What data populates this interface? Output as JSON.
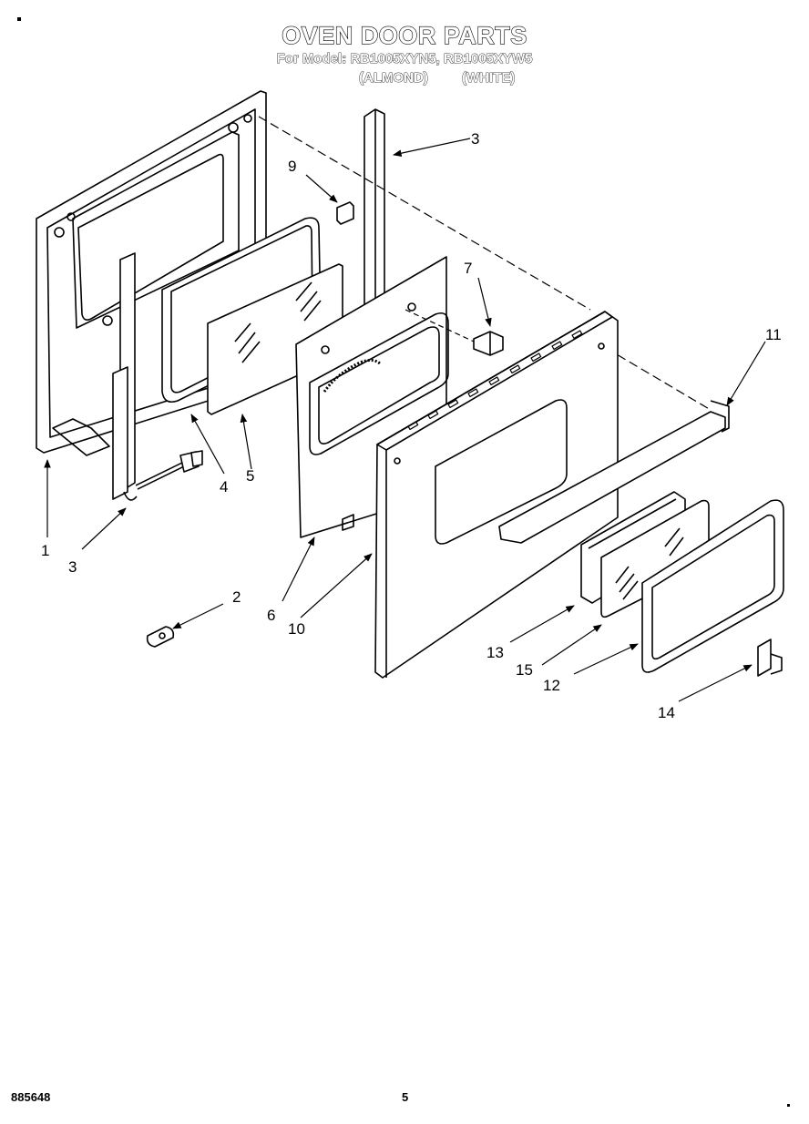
{
  "header": {
    "title": "OVEN DOOR PARTS",
    "subtitle": "For Model: RB1005XYN5, RB1005XYW5",
    "color_1": "(ALMOND)",
    "color_2": "(WHITE)"
  },
  "callouts": {
    "c1": "1",
    "c2": "2",
    "c3a": "3",
    "c3b": "3",
    "c4": "4",
    "c5": "5",
    "c6": "6",
    "c7": "7",
    "c9": "9",
    "c10": "10",
    "c11": "11",
    "c12": "12",
    "c13": "13",
    "c14": "14",
    "c15": "15"
  },
  "footer": {
    "doc_number": "885648",
    "page_number": "5"
  }
}
